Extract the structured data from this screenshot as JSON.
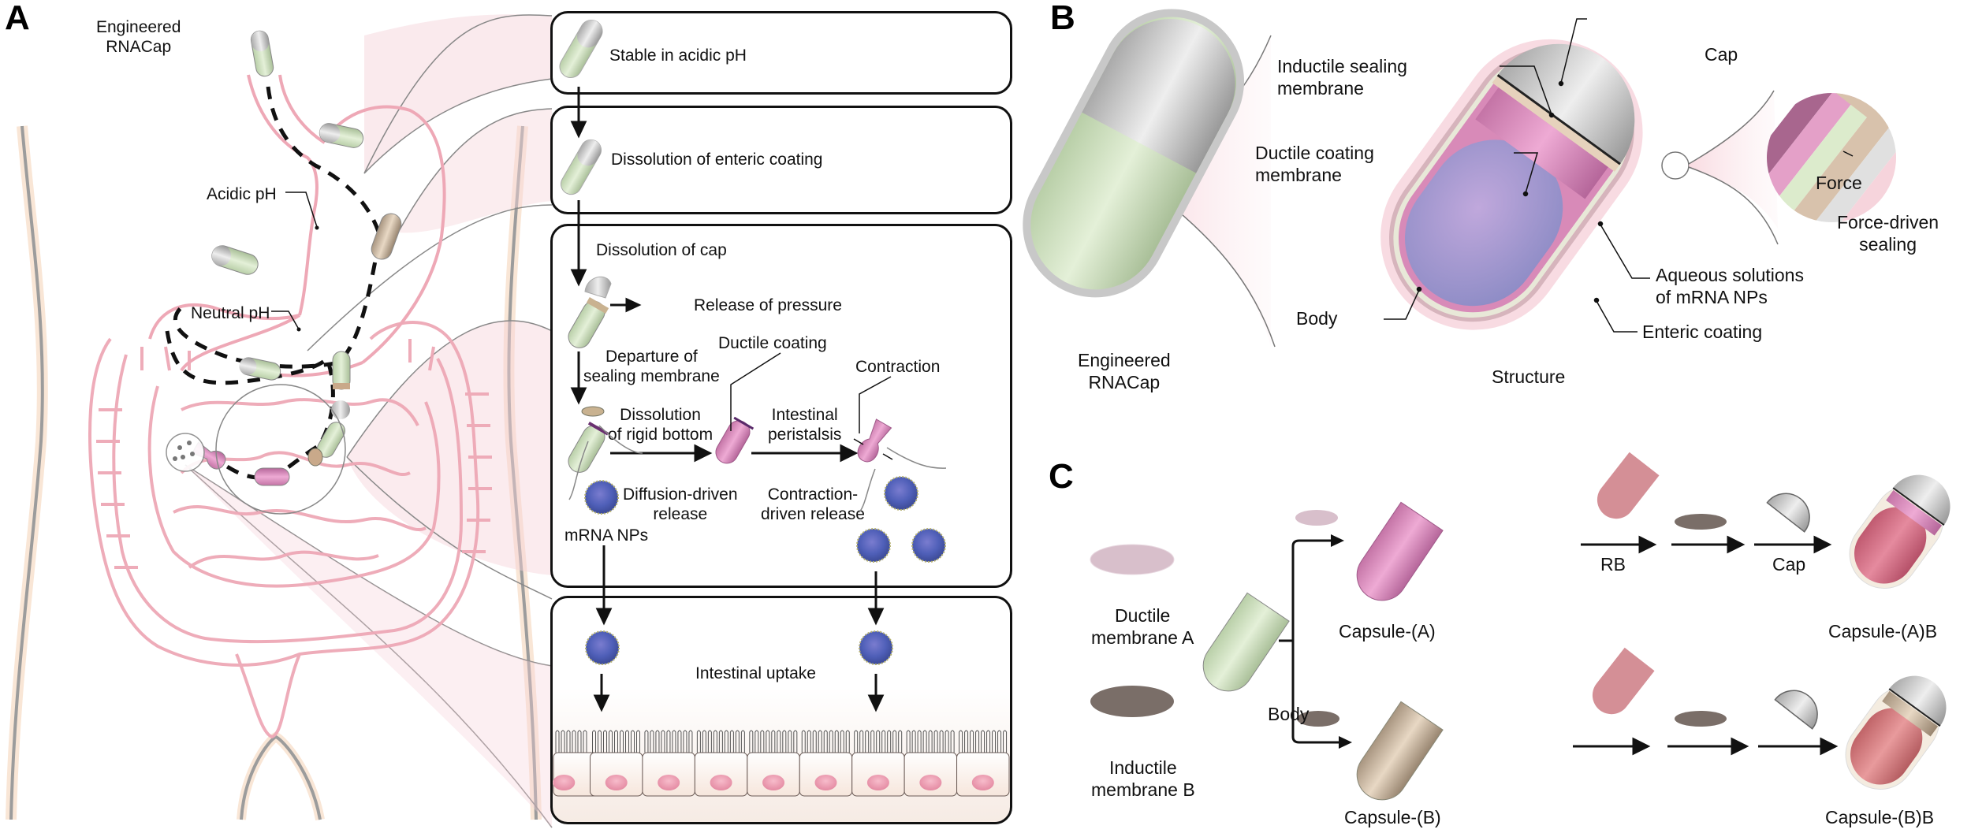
{
  "figure": {
    "panels": [
      {
        "id": "A",
        "letter": "A"
      },
      {
        "id": "B",
        "letter": "B"
      },
      {
        "id": "C",
        "letter": "C"
      }
    ]
  },
  "panelA": {
    "anatomy_labels": {
      "capsule": [
        "Engineered",
        "RNACap"
      ],
      "acidic": "Acidic pH",
      "neutral": "Neutral pH"
    },
    "steps": [
      {
        "id": "stable",
        "text": "Stable in acidic pH"
      },
      {
        "id": "enteric",
        "text": "Dissolution of enteric coating"
      },
      {
        "id": "release",
        "text": "Dissolution of cap"
      },
      {
        "id": "uptake",
        "text": "Intestinal uptake"
      }
    ],
    "release_box": {
      "release_pressure": "Release of pressure",
      "departure": [
        "Departure of",
        "sealing membrane"
      ],
      "ductile_coating": "Ductile coating",
      "dissolution_rigid": [
        "Dissolution",
        "of rigid bottom"
      ],
      "intestinal_peristalsis": [
        "Intestinal",
        "peristalsis"
      ],
      "contraction": "Contraction",
      "diffusion_release": [
        "Diffusion-driven",
        "release"
      ],
      "contraction_release": [
        "Contraction-",
        "driven release"
      ],
      "mrna_nps": "mRNA NPs"
    },
    "epithelium_cells": 9
  },
  "panelB": {
    "capsule_label": [
      "Engineered",
      "RNACap"
    ],
    "structure_label": "Structure",
    "callouts": {
      "inductile_sealing": [
        "Inductile sealing",
        "membrane"
      ],
      "ductile_coating": [
        "Ductile coating",
        "membrane"
      ],
      "body": "Body",
      "cap": "Cap",
      "aqueous": [
        "Aqueous solutions",
        "of mRNA NPs"
      ],
      "enteric": "Enteric coating",
      "force": "Force",
      "force_sealing": [
        "Force-driven",
        "sealing"
      ]
    }
  },
  "panelC": {
    "materials": {
      "membrane_a": [
        "Ductile",
        "membrane A"
      ],
      "membrane_b": [
        "Inductile",
        "membrane B"
      ],
      "body": "Body"
    },
    "rows": [
      {
        "intermediate": "Capsule-(A)",
        "step1": "RB",
        "step2": "",
        "step3": "Cap",
        "final": "Capsule-(A)B"
      },
      {
        "intermediate": "Capsule-(B)",
        "step1": "",
        "step2": "",
        "step3": "",
        "final": "Capsule-(B)B"
      }
    ]
  },
  "colors": {
    "intestine": "#f2b8c4",
    "capsule_green": "#d7e8c8",
    "cap_grey": "#c9c9c9",
    "ductile_pink": "#d48ab8",
    "inductile_brown": "#7a6e68",
    "membrane_a": "#d8bfcb",
    "rb_pink": "#d48f96",
    "filled_red": "#d46a7e",
    "filled_red_b": "#d07478",
    "capsule_b_tan": "#cdb8a2",
    "nucleus": "#ec9cb2",
    "cell_bg": "#f7ece6"
  }
}
